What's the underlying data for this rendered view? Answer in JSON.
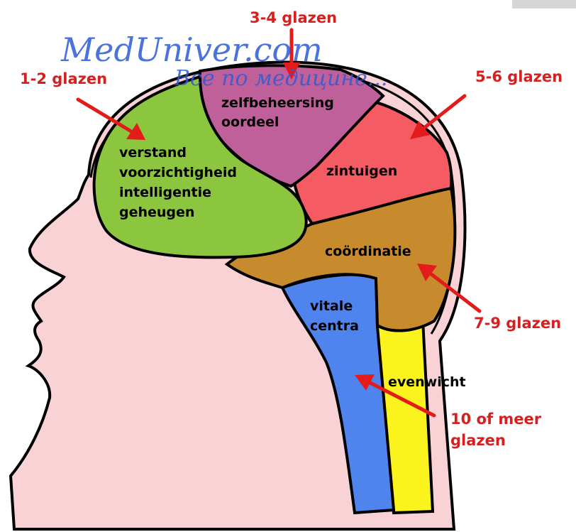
{
  "colors": {
    "skin": "#f9d2d6",
    "outline": "#000000",
    "frontal": "#8cc63e",
    "parietal_top": "#c0609b",
    "sensory": "#f45b62",
    "cerebellum": "#c78a2c",
    "brainstem": "#4f83ee",
    "spinal": "#fbf31d",
    "arrow": "#e31b1b",
    "callout_text": "#d81f1f",
    "watermark": "#2b5bd6"
  },
  "watermark": {
    "line1": "MedUniver.com",
    "line2": "Все по медицине..."
  },
  "regions": {
    "frontal": [
      "verstand",
      "voorzichtigheid",
      "intelligentie",
      "geheugen"
    ],
    "parietal_top": [
      "zelfbeheersing",
      "oordeel"
    ],
    "sensory": [
      "zintuigen"
    ],
    "cerebellum": [
      "coördinatie"
    ],
    "brainstem": [
      "vitale",
      "centra"
    ],
    "spinal": [
      "evenwicht"
    ]
  },
  "callouts": {
    "frontal": [
      "1-2 glazen"
    ],
    "parietal_top": [
      "3-4 glazen"
    ],
    "sensory": [
      "5-6 glazen"
    ],
    "cerebellum": [
      "7-9 glazen"
    ],
    "brainstem": [
      "10 of meer",
      "glazen"
    ]
  }
}
